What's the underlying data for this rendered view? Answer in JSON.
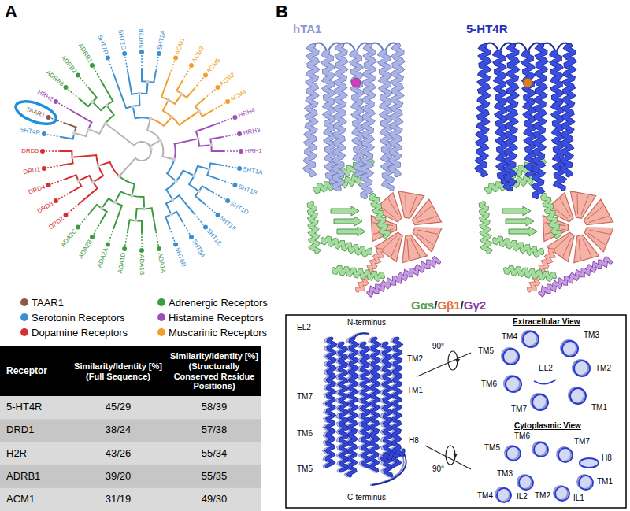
{
  "diagram": {
    "labels": [
      "A",
      "TAAR1",
      "HRH2",
      "ADRB3",
      "ADRB2",
      "ADRB1",
      "5HT7R",
      "5HT2C",
      "5HT2B",
      "5HT2A",
      "ACM1",
      "ACM3",
      "ACM5",
      "ACM2",
      "ACM4",
      "HRH4",
      "HRH3",
      "HRH1",
      "5HT1A",
      "5HT1B",
      "5HT1D",
      "5HT1F",
      "5HT1E",
      "5HT5A",
      "5HT6R",
      "ADA1A",
      "ADA1B",
      "ADA1D",
      "ADA2A",
      "ADA2B",
      "ADA2C",
      "DRD2",
      "DRD3",
      "DRD4",
      "DRD1",
      "DRD5",
      "5HT4R",
      "Receptor",
      "Similarity/Identity [%] (Full Sequence)",
      "Similarity/Identity [%] (Structurally Conserved Residue Positions)",
      "5-HT4R",
      "45/29",
      "58/39",
      "DRD1",
      "38/24",
      "57/38",
      "H2R",
      "43/26",
      "55/34",
      "ADRB1",
      "39/20",
      "55/35",
      "ACM1",
      "31/19",
      "49/30",
      "B",
      "hTA1",
      "5-HT4R",
      "Gαs",
      "/",
      "Gβ1",
      "/",
      "Gγ2",
      "EL2",
      "N-terminus",
      "TM2",
      "TM1",
      "TM7",
      "TM6",
      "H8",
      "TM5",
      "C-terminus",
      "90°",
      "90°",
      "Extracellular View",
      "Cytoplasmic View",
      "TM4",
      "TM5",
      "TM3",
      "EL2",
      "TM2",
      "TM6",
      "TM7",
      "TM1",
      "TM5",
      "TM6",
      "TM7",
      "H8",
      "TM1",
      "TM3",
      "IL2",
      "TM2",
      "IL1",
      "TM4"
    ],
    "legend": [
      {
        "text": "TAAR1",
        "color": "#8c5a4b"
      },
      {
        "text": "Serotonin Receptors",
        "color": "#3b8fd0"
      },
      {
        "text": "Dopamine Receptors",
        "color": "#d62f2f"
      },
      {
        "text": "Adrenergic Receptors",
        "color": "#3f9a3f"
      },
      {
        "text": "Histamine Receptors",
        "color": "#9b4fb8"
      },
      {
        "text": "Muscarinic Receptors",
        "color": "#f0a02a"
      }
    ]
  }
}
